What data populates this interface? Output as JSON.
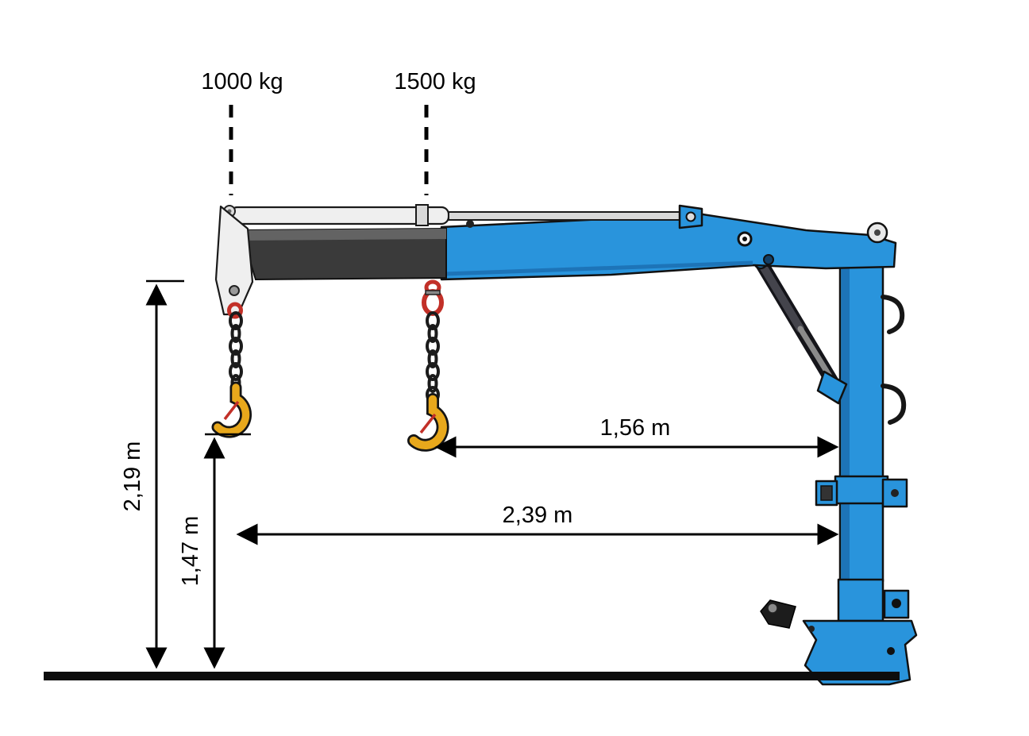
{
  "labels": {
    "load_outer": "1000 kg",
    "load_inner": "1500 kg",
    "height_total": "2,19 m",
    "height_hook": "1,47 m",
    "reach_inner": "1,56 m",
    "reach_outer": "2,39 m"
  },
  "colors": {
    "crane_blue": "#2994DC",
    "crane_blue_dark": "#1D74B8",
    "steel_dark": "#3A3A3A",
    "steel_light": "#EFEFEF",
    "hook_yellow": "#E8A81C",
    "accent_red": "#C23028",
    "ground": "#0D0D0D"
  }
}
